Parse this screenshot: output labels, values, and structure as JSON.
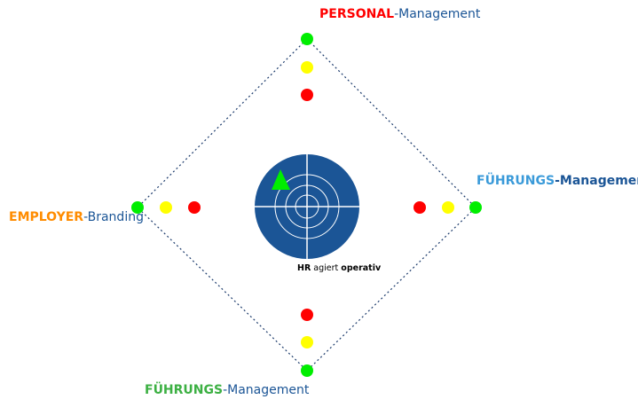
{
  "labels": {
    "top": {
      "strong": "PERSONAL",
      "rest": "-Management"
    },
    "right": {
      "strong": "FÜHRUNGS",
      "rest": "-Management"
    },
    "left": {
      "strong": "EMPLOYER",
      "rest": "-Branding"
    },
    "bottom": {
      "strong": "FÜHRUNGS",
      "rest": "-Management"
    },
    "center": {
      "a": "HR",
      "b": " agiert ",
      "c": "operativ"
    }
  },
  "colors": {
    "blue": "#1b5596",
    "red": "#ff0000",
    "yellow": "#ffff00",
    "green": "#00ee00",
    "orange": "#ff8c00",
    "lightblue": "#3a9ad9",
    "greenText": "#3cb043"
  },
  "status_dots": [
    "green",
    "yellow",
    "red"
  ]
}
